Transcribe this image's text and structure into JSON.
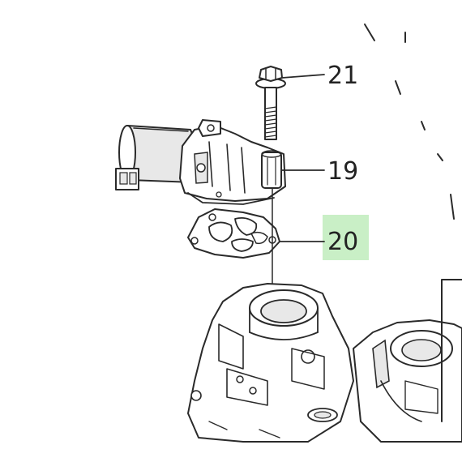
{
  "diagram": {
    "callouts": [
      {
        "id": "21",
        "label": "21",
        "part": "bolt"
      },
      {
        "id": "19",
        "label": "19",
        "part": "solenoid-valve"
      },
      {
        "id": "20",
        "label": "20",
        "part": "gasket",
        "highlighted": true
      }
    ],
    "colors": {
      "ink": "#2a2a2a",
      "highlight": "#c9efc6",
      "background": "#ffffff"
    }
  }
}
